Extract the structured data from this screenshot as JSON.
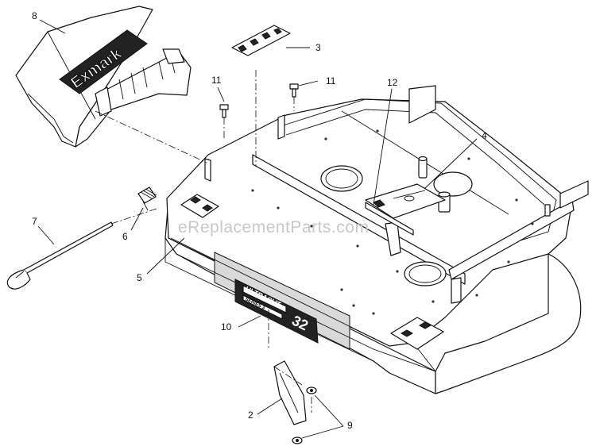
{
  "watermark": "eReplacementParts.com",
  "hood_brand_text": "Exmark",
  "deck_decal": {
    "line1": "ULTRACUT",
    "line2": "SERIES 3",
    "size": "32"
  },
  "callouts": [
    {
      "id": "c1",
      "label": "8"
    },
    {
      "id": "c2",
      "label": "3"
    },
    {
      "id": "c3",
      "label": "11"
    },
    {
      "id": "c4",
      "label": "11"
    },
    {
      "id": "c5",
      "label": "12"
    },
    {
      "id": "c6",
      "label": "4"
    },
    {
      "id": "c7",
      "label": "7"
    },
    {
      "id": "c8",
      "label": "6"
    },
    {
      "id": "c9",
      "label": "5"
    },
    {
      "id": "c10",
      "label": "10"
    },
    {
      "id": "c11",
      "label": "2"
    },
    {
      "id": "c12",
      "label": "9"
    }
  ]
}
